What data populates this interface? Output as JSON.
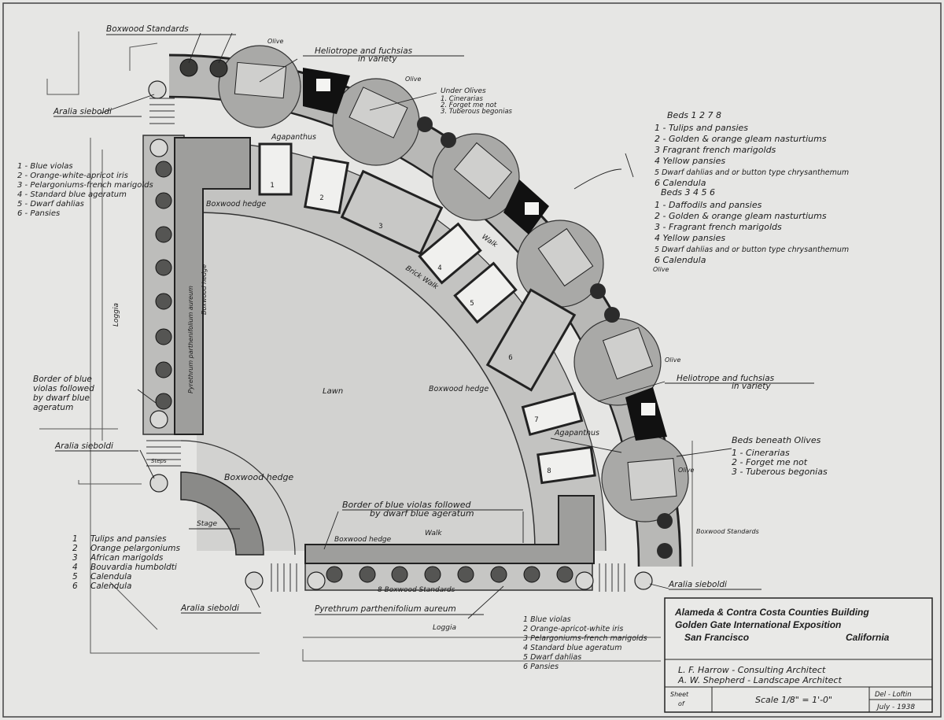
{
  "labels": {
    "boxwood_standards_top": "Boxwood Standards",
    "olive_1": "Olive",
    "heliotrope_top_1": "Heliotrope and fuchsias",
    "heliotrope_top_2": "in variety",
    "olive_2": "Olive",
    "under_olives_1": "Under Olives",
    "under_olives_2": "1. Cinerarias",
    "under_olives_3": "2. Forget me not",
    "under_olives_4": "3. Tuberous begonias",
    "aralia_top": "Aralia sieboldi",
    "agapanthus_1": "Agapanthus",
    "boxwood_hedge_1": "Boxwood hedge",
    "brick_walk": "Brick Walk",
    "walk_arc": "Walk",
    "loggia_left": "Loggia",
    "lawn": "Lawn",
    "boxwood_hedge_2": "Boxwood hedge",
    "boxwood_hedge_left": "Boxwood hedge",
    "pyrethrum_left": "Pyrethrum parthenifolium aureum",
    "border_left_1": "Border of blue",
    "border_left_2": "violas followed",
    "border_left_3": "by dwarf blue",
    "border_left_4": "ageratum",
    "aralia_left": "Aralia sieboldi",
    "steps_left": "Steps",
    "agapanthus_2": "Agapanthus",
    "olive_3": "Olive",
    "olive_4": "Olive",
    "olive_5": "Olive",
    "heliotrope_right_1": "Heliotrope and fuchsias",
    "heliotrope_right_2": "in variety",
    "boxwood_hedge_3": "Boxwood hedge",
    "stage": "Stage",
    "border_bottom_1": "Border of blue violas followed",
    "border_bottom_2": "by dwarf blue ageratum",
    "walk_bottom": "Walk",
    "boxwood_hedge_4": "Boxwood hedge",
    "boxwood_standards_bottom": "8 Boxwood Standards",
    "pyrethrum_bottom": "Pyrethrum parthenifolium aureum",
    "aralia_bottom": "Aralia sieboldi",
    "aralia_right": "Aralia sieboldi",
    "loggia_bottom": "Loggia",
    "boxwood_standards_right": "Boxwood Standards"
  },
  "legends": {
    "left_top": [
      "1 - Blue violas",
      "2 - Orange-white-apricot iris",
      "3 - Pelargoniums-french marigolds",
      "4 - Standard blue ageratum",
      "5 - Dwarf dahlias",
      "6 - Pansies"
    ],
    "beds_1278_title": "Beds 1 2 7 8",
    "beds_1278": [
      "1 - Tulips and pansies",
      "2 - Golden & orange gleam nasturtiums",
      "3 Fragrant french marigolds",
      "4 Yellow pansies",
      "5 Dwarf dahlias and or button type chrysanthemum",
      "6 Calendula"
    ],
    "beds_3456_title": "Beds 3 4 5 6",
    "beds_3456": [
      "1 - Daffodils and pansies",
      "2 - Golden & orange gleam nasturtiums",
      "3 - Fragrant french marigolds",
      "4 Yellow pansies",
      "5 Dwarf dahlias and or button type chrysanthemum",
      "6 Calendula"
    ],
    "beneath_olives_title": "Beds beneath Olives",
    "beneath_olives": [
      "1 - Cinerarias",
      "2 - Forget me not",
      "3 - Tuberous begonias"
    ],
    "stage_legend": [
      "Tulips and pansies",
      "Orange pelargoniums",
      "African marigolds",
      "Bouvardia humboldti",
      "Calendula",
      "Calendula"
    ],
    "stage_legend_nums": [
      "1",
      "2",
      "3",
      "4",
      "5",
      "6"
    ],
    "bottom": [
      "1 Blue violas",
      "2 Orange-apricot-white iris",
      "3 Pelargoniums-french marigolds",
      "4 Standard blue ageratum",
      "5 Dwarf dahlias",
      "6 Pansies"
    ]
  },
  "bed_numbers": [
    "1",
    "2",
    "3",
    "4",
    "5",
    "6",
    "7",
    "8"
  ],
  "title_block": {
    "line1": "Alameda & Contra Costa Counties Building",
    "line2": "Golden Gate International Exposition",
    "city": "San Francisco",
    "state": "California",
    "architect": "L. F. Harrow - Consulting Architect",
    "landscape": "A. W. Shepherd - Landscape Architect",
    "sheet": "Sheet",
    "sheet_of": "of",
    "scale": "Scale 1/8\" = 1'-0\"",
    "drawn": "Del - Loftin",
    "date": "July - 1938"
  }
}
